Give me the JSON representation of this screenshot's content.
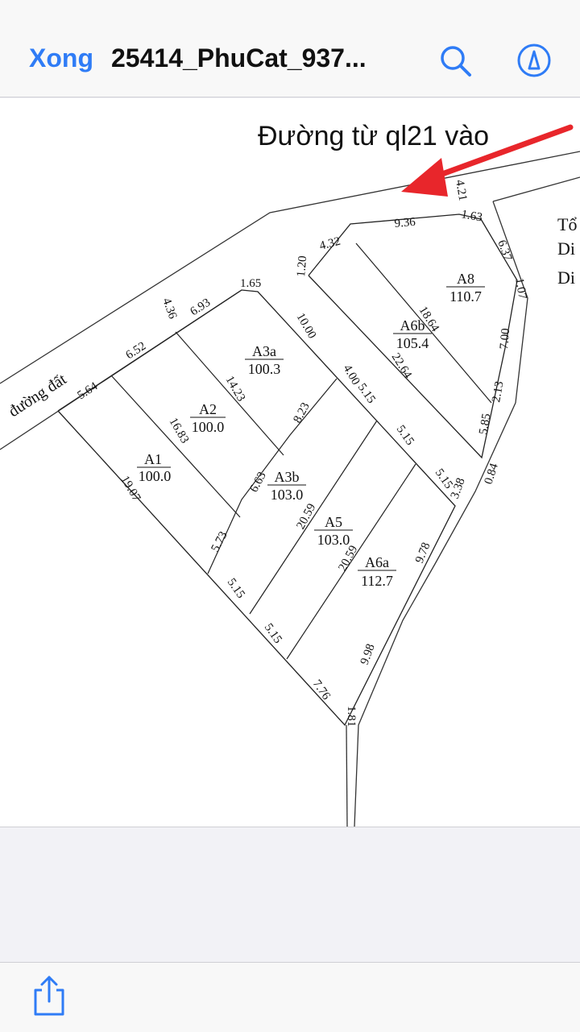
{
  "nav": {
    "done_label": "Xong",
    "title": "25414_PhuCat_937..."
  },
  "icons": {
    "search": "search-icon",
    "markup": "markup-pen-icon",
    "share": "share-icon"
  },
  "colors": {
    "accent": "#2f7cf6",
    "arrow": "#e8262b"
  },
  "document": {
    "annotation": "Đường từ ql21 vào",
    "road_label": "đường đất",
    "side_text": [
      "Tổ",
      "Di",
      "Di"
    ],
    "lots": [
      {
        "id": "A1",
        "area": "100.0"
      },
      {
        "id": "A2",
        "area": "100.0"
      },
      {
        "id": "A3a",
        "area": "100.3"
      },
      {
        "id": "A3b",
        "area": "103.0"
      },
      {
        "id": "A5",
        "area": "103.0"
      },
      {
        "id": "A6a",
        "area": "112.7"
      },
      {
        "id": "A6b",
        "area": "105.4"
      },
      {
        "id": "A8",
        "area": "110.7"
      }
    ],
    "dimensions": [
      "5.64",
      "4.36",
      "6.52",
      "6.93",
      "1.65",
      "10.00",
      "14.23",
      "16.83",
      "19.07",
      "8.23",
      "4.00",
      "6.63",
      "5.73",
      "5.15",
      "5.15",
      "20.59",
      "20.59",
      "5.15",
      "5.15",
      "5.15",
      "3.38",
      "9.78",
      "9.98",
      "7.76",
      "1.81",
      "1.20",
      "4.32",
      "9.36",
      "1.63",
      "4.21",
      "6.37",
      "1.07",
      "7.00",
      "2.13",
      "5.85",
      "0.84",
      "18.64",
      "22.64"
    ]
  }
}
